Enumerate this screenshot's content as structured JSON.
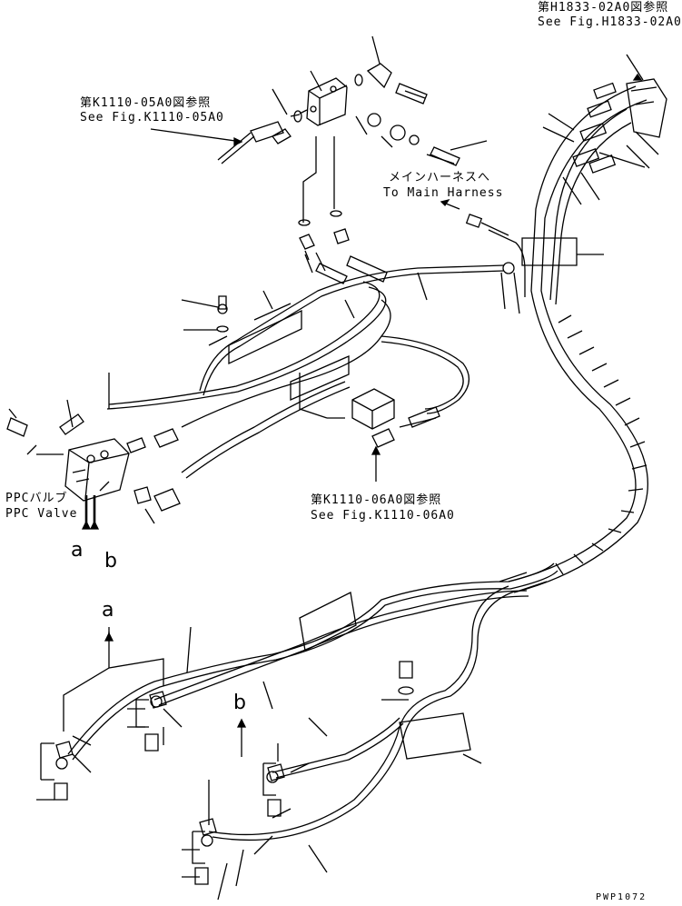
{
  "references": {
    "h1833_jp": "第H1833-02A0図参照",
    "h1833_en": "See Fig.H1833-02A0",
    "k1110_05_jp": "第K1110-05A0図参照",
    "k1110_05_en": "See Fig.K1110-05A0",
    "k1110_06_jp": "第K1110-06A0図参照",
    "k1110_06_en": "See Fig.K1110-06A0"
  },
  "harness": {
    "jp": "メインハーネスへ",
    "en": "To Main Harness"
  },
  "ppc_valve": {
    "jp": "PPCバルブ",
    "en": "PPC Valve"
  },
  "markers": {
    "a": "a",
    "b": "b"
  },
  "drawing_code": "PWP1072"
}
